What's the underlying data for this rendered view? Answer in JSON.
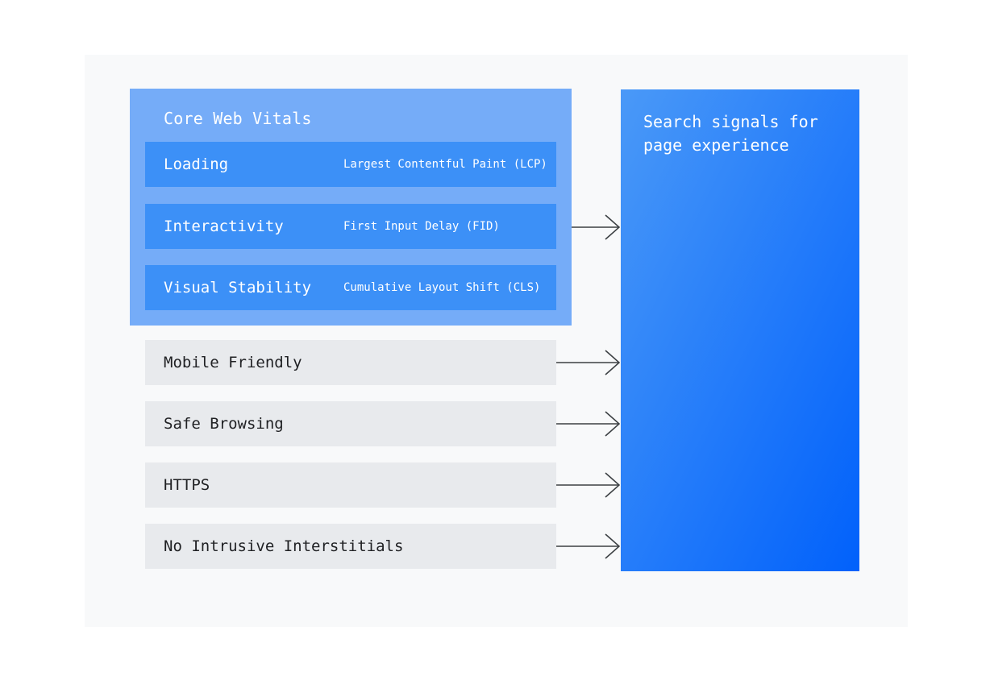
{
  "diagram_title": "Search signals for page experience",
  "core_web_vitals": {
    "title": "Core Web Vitals",
    "rows": [
      {
        "label": "Loading",
        "metric": "Largest Contentful Paint (LCP)"
      },
      {
        "label": "Interactivity",
        "metric": "First Input Delay (FID)"
      },
      {
        "label": "Visual Stability",
        "metric": "Cumulative Layout Shift (CLS)"
      }
    ]
  },
  "signals": [
    {
      "label": "Mobile Friendly"
    },
    {
      "label": "Safe Browsing"
    },
    {
      "label": "HTTPS"
    },
    {
      "label": "No Intrusive Interstitials"
    }
  ],
  "result_box": {
    "label": "Search signals for page experience"
  },
  "colors": {
    "canvas_bg": "#ffffff",
    "panel_bg": "#f8f9fa",
    "cwv_box_bg": "#75acf8",
    "metric_row_bg": "#3c90f7",
    "signal_row_bg": "#e8eaed",
    "result_gradient_start": "#4a99f8",
    "result_gradient_end": "#0161fb",
    "text_light": "#ffffff",
    "text_dark": "#202124",
    "arrow": "#3c4043"
  }
}
